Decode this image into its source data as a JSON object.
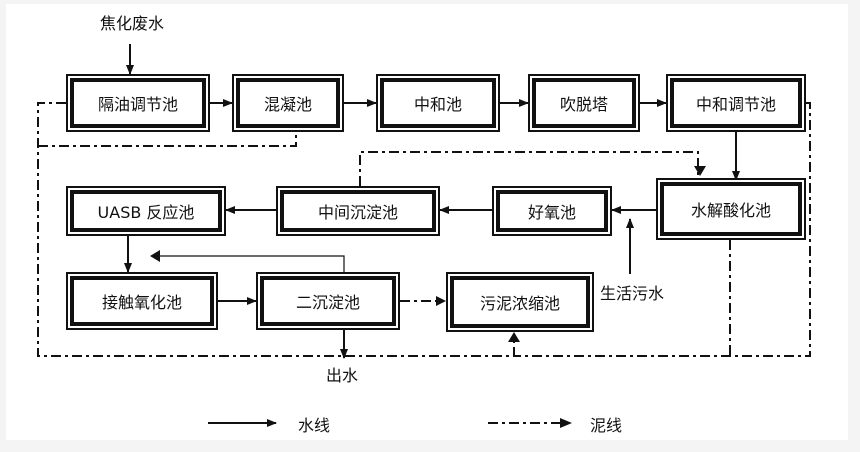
{
  "nodes": {
    "oil_separation_tank": "隔油调节池",
    "coagulation_tank": "混凝池",
    "neutralization_tank": "中和池",
    "stripping_tower": "吹脱塔",
    "neutralization_adjust_tank": "中和调节池",
    "hydrolysis_acidification_tank": "水解酸化池",
    "aerobic_tank": "好氧池",
    "intermediate_settling_tank": "中间沉淀池",
    "uasb_reactor": "UASB 反应池",
    "contact_oxidation_tank": "接触氧化池",
    "secondary_settling_tank": "二沉淀池",
    "sludge_thickening_tank": "污泥浓缩池"
  },
  "labels": {
    "coking_wastewater": "焦化废水",
    "domestic_sewage": "生活污水",
    "effluent": "出水"
  },
  "legend": {
    "water_line": "水线",
    "sludge_line": "泥线"
  }
}
